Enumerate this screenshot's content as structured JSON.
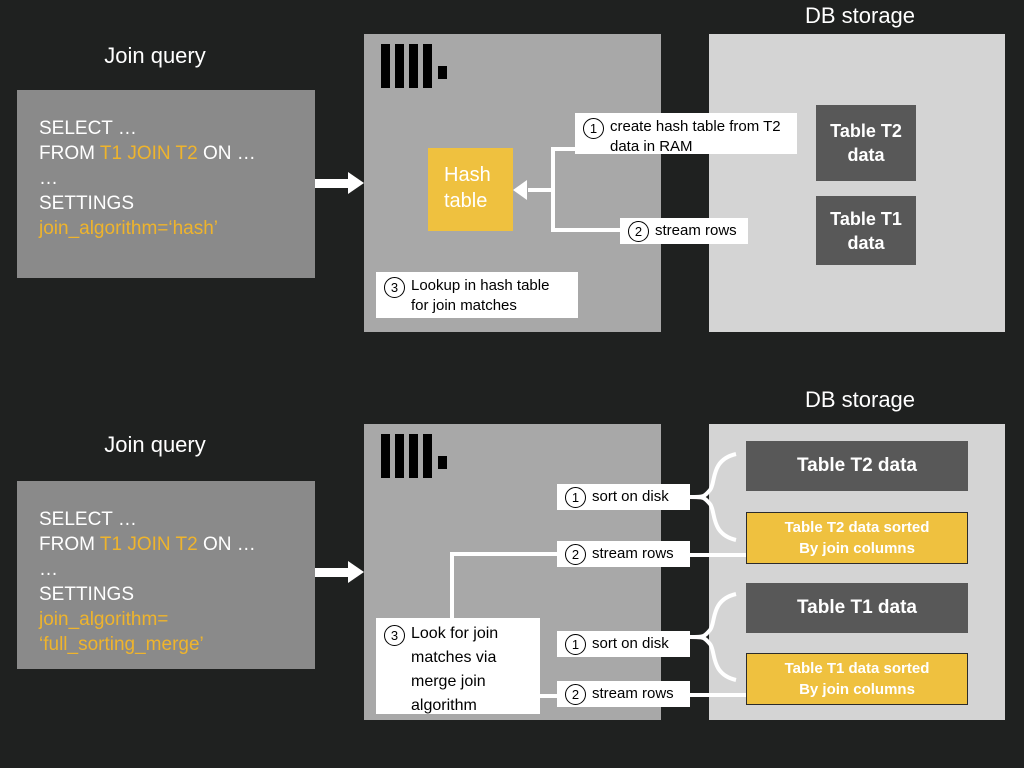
{
  "theme": {
    "background": "#1f2120",
    "server_panel": "#a8a8a8",
    "storage_panel": "#d4d4d4",
    "query_box": "#8a8a8a",
    "accent_yellow": "#efc13f",
    "data_box": "#585858",
    "text_light": "#ffffff",
    "text_dark": "#000000"
  },
  "hash_join": {
    "query_heading": "Join query",
    "storage_heading": "DB storage",
    "query": {
      "line1": "SELECT …",
      "line2_from": "FROM ",
      "line2_tables": "T1 JOIN T2",
      "line2_on": " ON …",
      "line3": "…",
      "line4": "SETTINGS",
      "line5": "join_algorithm=‘hash’"
    },
    "hash_table_label_line1": "Hash",
    "hash_table_label_line2": "table",
    "steps": [
      {
        "num": "1",
        "text": "create hash table from T2 data in RAM"
      },
      {
        "num": "2",
        "text": "stream rows"
      },
      {
        "num": "3",
        "text": "Lookup in hash table for join matches"
      }
    ],
    "tables": [
      {
        "line1": "Table T2",
        "line2": "data"
      },
      {
        "line1": "Table T1",
        "line2": "data"
      }
    ]
  },
  "merge_join": {
    "query_heading": "Join query",
    "storage_heading": "DB storage",
    "query": {
      "line1": "SELECT …",
      "line2_from": "FROM ",
      "line2_tables": "T1 JOIN T2",
      "line2_on": " ON …",
      "line3": "…",
      "line4": "SETTINGS",
      "line5": "join_algorithm=",
      "line6": "‘full_sorting_merge’"
    },
    "steps": {
      "sort_t2": {
        "num": "1",
        "text": "sort on disk"
      },
      "stream_t2": {
        "num": "2",
        "text": "stream rows"
      },
      "sort_t1": {
        "num": "1",
        "text": "sort on disk"
      },
      "stream_t1": {
        "num": "2",
        "text": "stream rows"
      },
      "merge": {
        "num": "3",
        "text": "Look for join matches via merge join algorithm"
      }
    },
    "tables": [
      {
        "label": "Table T2 data"
      },
      {
        "sorted_line1": "Table T2 data sorted",
        "sorted_line2": "By join columns"
      },
      {
        "label": "Table T1 data"
      },
      {
        "sorted_line1": "Table T1 data sorted",
        "sorted_line2": "By join columns"
      }
    ]
  },
  "icons": {
    "clickhouse_logo": "clickhouse-logo-icon"
  }
}
